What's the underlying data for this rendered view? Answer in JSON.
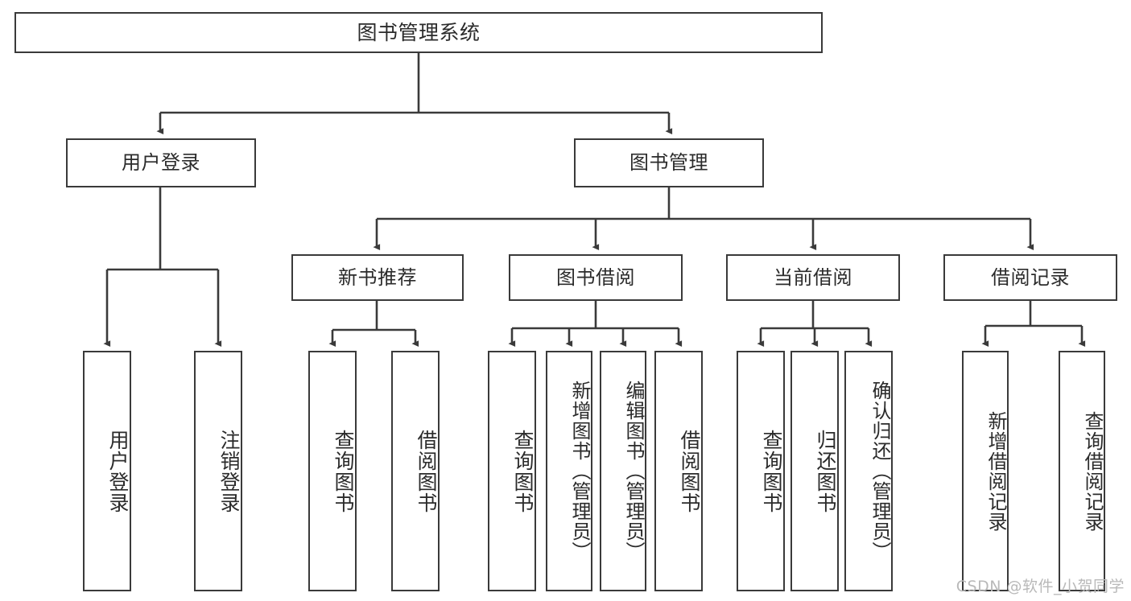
{
  "diagram": {
    "title": "图书管理系统",
    "type": "tree",
    "root": {
      "label": "图书管理系统"
    },
    "level2": [
      {
        "id": "user-login",
        "label": "用户登录"
      },
      {
        "id": "book-management",
        "label": "图书管理"
      }
    ],
    "level3": [
      {
        "id": "new-book-recommend",
        "label": "新书推荐",
        "parent": "book-management"
      },
      {
        "id": "book-borrow",
        "label": "图书借阅",
        "parent": "book-management"
      },
      {
        "id": "current-borrow",
        "label": "当前借阅",
        "parent": "book-management"
      },
      {
        "id": "borrow-record",
        "label": "借阅记录",
        "parent": "book-management"
      }
    ],
    "leaves": [
      {
        "id": "leaf-user-login",
        "label": "用户登录",
        "parent": "user-login"
      },
      {
        "id": "leaf-logout-login",
        "label": "注销登录",
        "parent": "user-login"
      },
      {
        "id": "leaf-query-book-1",
        "label": "查询图书",
        "parent": "new-book-recommend"
      },
      {
        "id": "leaf-borrow-book-1",
        "label": "借阅图书",
        "parent": "new-book-recommend"
      },
      {
        "id": "leaf-query-book-2",
        "label": "查询图书",
        "parent": "book-borrow"
      },
      {
        "id": "leaf-add-book",
        "label": "新增图书（管理员）",
        "parent": "book-borrow"
      },
      {
        "id": "leaf-edit-book",
        "label": "编辑图书（管理员）",
        "parent": "book-borrow"
      },
      {
        "id": "leaf-borrow-book-2",
        "label": "借阅图书",
        "parent": "book-borrow"
      },
      {
        "id": "leaf-query-book-3",
        "label": "查询图书",
        "parent": "current-borrow"
      },
      {
        "id": "leaf-return-book",
        "label": "归还图书",
        "parent": "current-borrow"
      },
      {
        "id": "leaf-confirm-return",
        "label": "确认归还（管理员）",
        "parent": "current-borrow"
      },
      {
        "id": "leaf-add-record",
        "label": "新增借阅记录",
        "parent": "borrow-record"
      },
      {
        "id": "leaf-query-record",
        "label": "查询借阅记录",
        "parent": "borrow-record"
      }
    ],
    "watermark": "CSDN @软件_小贺同学",
    "colors": {
      "stroke": "#3a3a3a",
      "text": "#2b2b2b",
      "background": "#ffffff",
      "watermark": "#b9b9b9"
    }
  }
}
